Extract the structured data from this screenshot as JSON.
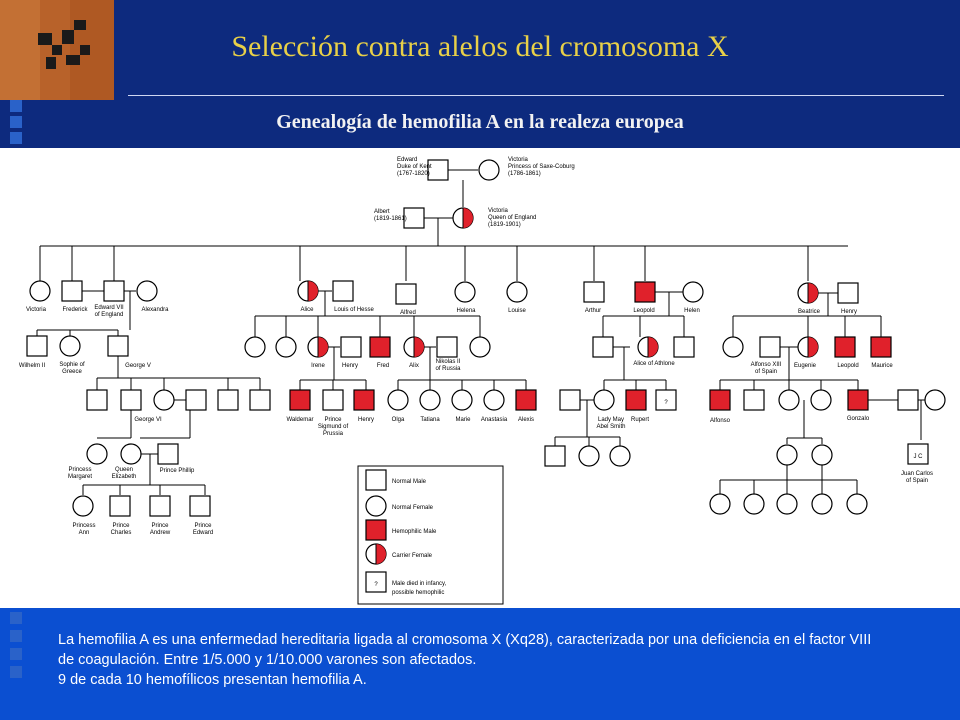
{
  "slide": {
    "title": "Selección contra alelos del cromosoma X",
    "subtitle": "Genealogía de hemofilia A en la realeza europea",
    "caption_lines": [
      "La hemofilia A es una enfermedad hereditaria ligada al cromosoma X (Xq28), caracterizada por una deficiencia en el factor VIII",
      "de coagulación. Entre 1/5.000 y 1/10.000 varones son afectados.",
      "9 de cada 10 hemofílicos presentan hemofilia A."
    ]
  },
  "colors": {
    "header": "#0d2a7e",
    "title": "#e8d048",
    "footer": "#0b4fd1",
    "affected": "#e0212b",
    "logo": "#c06a2c"
  },
  "legend": {
    "items": [
      {
        "symbol": "square",
        "label": "Normal Male"
      },
      {
        "symbol": "circle",
        "label": "Normal Female"
      },
      {
        "symbol": "square-filled",
        "label": "Hemophilic Male"
      },
      {
        "symbol": "circle-half",
        "label": "Carrier Female"
      },
      {
        "symbol": "square-question",
        "label": "Male died in infancy,",
        "label2": "possible hemophilic"
      }
    ]
  },
  "pedigree": {
    "labels": {
      "edward": [
        "Edward",
        "Duke of Kent",
        "(1767-1820)"
      ],
      "victoria_coburg": [
        "Victoria",
        "Princess of Saxe-Coburg",
        "(1786-1861)"
      ],
      "albert": [
        "Albert",
        "(1819-1861)"
      ],
      "queen_victoria": [
        "Victoria",
        "Queen of England",
        "(1819-1901)"
      ],
      "victoria_g2": "Victoria",
      "frederick": "Frederick",
      "edward_vii": [
        "Edward VII",
        "of England"
      ],
      "alexandra": "Alexandra",
      "alice": "Alice",
      "louis": "Louis of Hesse",
      "alfred": "Alfred",
      "helena": "Helena",
      "louise": "Louise",
      "arthur": "Arthur",
      "leopold": "Leopold",
      "helen": "Helen",
      "beatrice": "Beatrice",
      "henry": "Henry",
      "wilhelm": "Wilhelm II",
      "sophie": [
        "Sophie of",
        "Greece"
      ],
      "george_v": "George V",
      "irene": "Irene",
      "henry2": "Henry",
      "fred": "Fred",
      "alix": "Alix",
      "nicholas": [
        "Nikolas II",
        "of Russia"
      ],
      "alice_athlone": "Alice of Athlone",
      "alfonso_xiii": [
        "Alfonso XIII",
        "of Spain"
      ],
      "eugenie": "Eugenie",
      "leopold2": "Leopold",
      "maurice": "Maurice",
      "george_vi": "George VI",
      "waldemar": "Waldemar",
      "sigmund": [
        "Prince",
        "Sigmund of",
        "Prussia"
      ],
      "henry3": "Henry",
      "olga": "Olga",
      "tatiana": "Tatiana",
      "marie": "Marie",
      "anastasia": "Anastasia",
      "alexis": "Alexis",
      "lady_may": [
        "Lady May",
        "Abel Smith"
      ],
      "rupert": "Rupert",
      "alfonso": "Alfonso",
      "gonzalo": "Gonzalo",
      "margaret": [
        "Princess",
        "Margaret"
      ],
      "elizabeth": [
        "Queen",
        "Elizabeth"
      ],
      "philip": "Prince Phillip",
      "jc_initials": "J C",
      "juan_carlos": [
        "Juan Carlos",
        "of Spain"
      ],
      "anne": [
        "Princess",
        "Ann"
      ],
      "charles": [
        "Prince",
        "Charles"
      ],
      "andrew": [
        "Prince",
        "Andrew"
      ],
      "edward_p": [
        "Prince",
        "Edward"
      ],
      "question": "?"
    }
  }
}
